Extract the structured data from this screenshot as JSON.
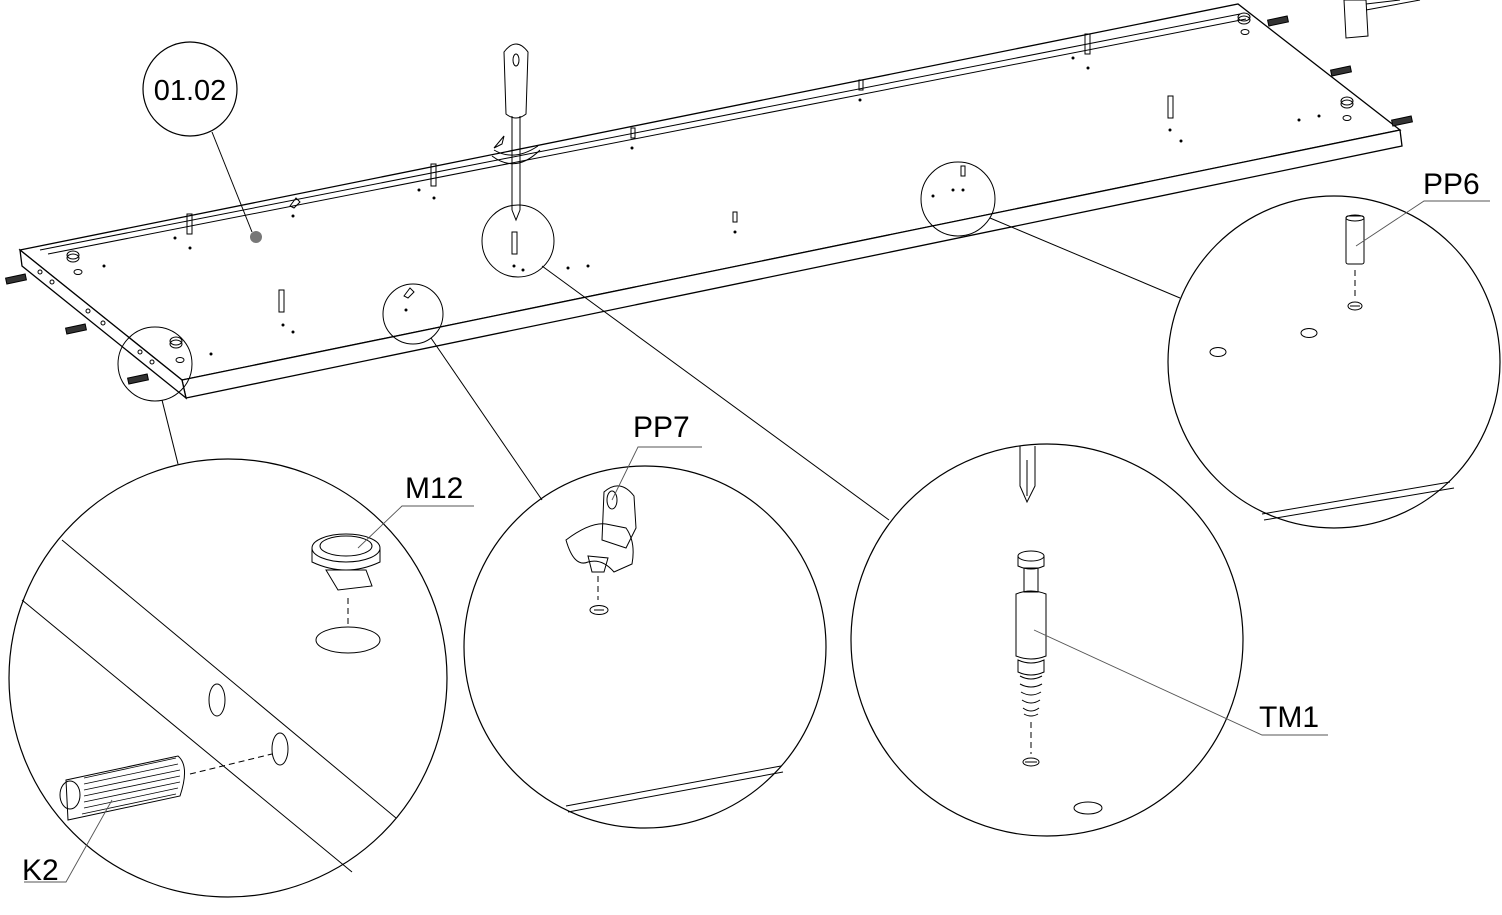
{
  "diagram": {
    "type": "furniture-assembly-step",
    "step_label": "01.02",
    "parts": [
      {
        "code": "PP6",
        "name": "pin"
      },
      {
        "code": "PP7",
        "name": "shelf support"
      },
      {
        "code": "M12",
        "name": "cam lock"
      },
      {
        "code": "TM1",
        "name": "cam bolt"
      },
      {
        "code": "K2",
        "name": "wooden dowel"
      }
    ],
    "labels": {
      "step": "01.02",
      "pp6": "PP6",
      "pp7": "PP7",
      "m12": "M12",
      "tm1": "TM1",
      "k2": "K2"
    },
    "colors": {
      "line": "#000000",
      "leader": "#555555",
      "marker": "#777777"
    }
  }
}
